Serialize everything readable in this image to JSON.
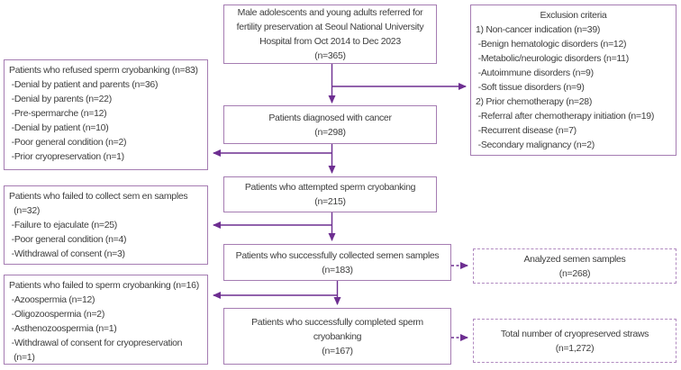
{
  "figure": {
    "kind": "patient-flow-diagram",
    "colors": {
      "box_border": "#a57cb2",
      "dashed_box_border": "#b18ac0",
      "arrow": "#6d2e91",
      "text": "#3e3e3e",
      "background": "#ffffff"
    },
    "boxes": {
      "referred": {
        "lines": [
          "Male adolescents and young adults referred for",
          "fertility preservation at Seoul National University",
          "Hospital from Oct 2014 to Dec 2023",
          "(n=365)"
        ]
      },
      "exclusion": {
        "lines": [
          "Exclusion criteria",
          "1) Non-cancer indication (n=39)",
          " -Benign hematologic disorders (n=12)",
          " -Metabolic/neurologic disorders (n=11)",
          " -Autoimmune disorders (n=9)",
          " -Soft tissue disorders (n=9)",
          "2) Prior chemotherapy (n=28)",
          " -Referral after chemotherapy initiation (n=19)",
          " -Recurrent disease (n=7)",
          " -Secondary malignancy (n=2)"
        ]
      },
      "refused": {
        "lines": [
          "Patients who refused sperm cryobanking (n=83)",
          " -Denial by patient and parents (n=36)",
          " -Denial by parents (n=22)",
          " -Pre-spermarche (n=12)",
          " -Denial by patient (n=10)",
          " -Poor general condition (n=2)",
          " -Prior cryopreservation (n=1)"
        ]
      },
      "diagnosed": {
        "lines": [
          "Patients diagnosed with cancer",
          "(n=298)"
        ]
      },
      "failed_collect": {
        "lines": [
          "Patients who failed to collect sem en samples",
          "  (n=32)",
          " -Failure to ejaculate (n=25)",
          " -Poor general condition (n=4)",
          " -Withdrawal of consent (n=3)"
        ]
      },
      "attempted": {
        "lines": [
          "Patients who attempted sperm cryobanking",
          "(n=215)"
        ]
      },
      "collected": {
        "lines": [
          "Patients who successfully collected semen samples",
          "(n=183)"
        ]
      },
      "analyzed": {
        "lines": [
          "Analyzed semen samples",
          "(n=268)"
        ]
      },
      "failed_cryo": {
        "lines": [
          "Patients who failed to sperm cryobanking (n=16)",
          " -Azoospermia (n=12)",
          " -Oligozoospermia (n=2)",
          " -Asthenozoospermia (n=1)",
          " -Withdrawal of consent for cryopreservation",
          "  (n=1)"
        ]
      },
      "completed": {
        "lines": [
          "Patients who successfully completed sperm",
          "cryobanking",
          "(n=167)"
        ]
      },
      "straws": {
        "lines": [
          "Total number of cryopreserved straws",
          "(n=1,272)"
        ]
      }
    }
  }
}
